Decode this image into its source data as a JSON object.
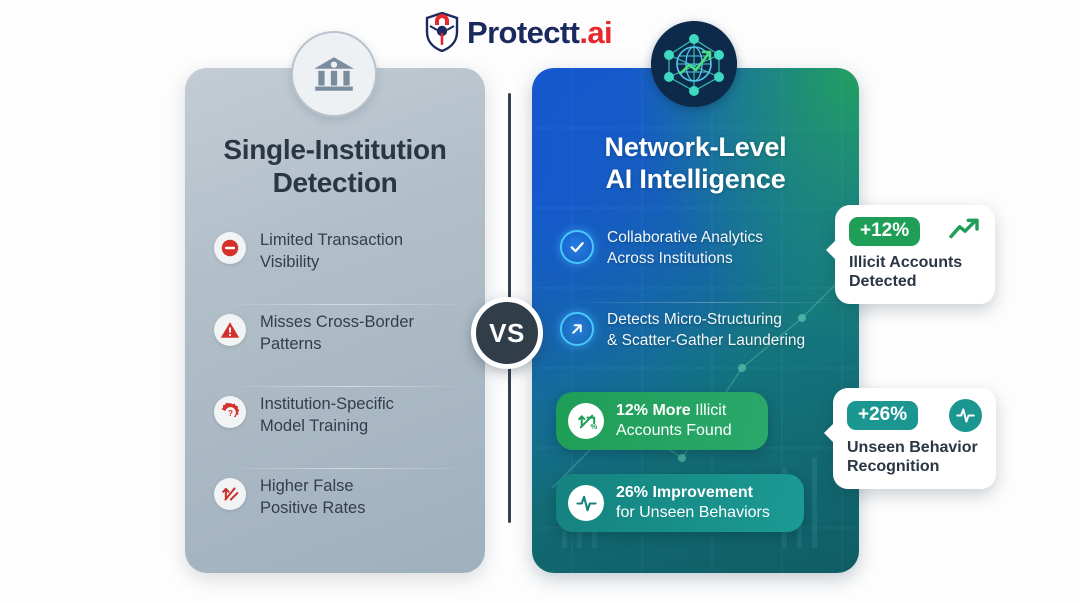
{
  "brand": {
    "name": "Protectt",
    "suffix": ".ai",
    "logo_icon": "shield-icon",
    "name_color": "#1b2a5e",
    "suffix_color": "#e8262d"
  },
  "center": {
    "vs_label": "VS"
  },
  "left_panel": {
    "icon": "bank-institution-icon",
    "title_line1": "Single-Institution",
    "title_line2": "Detection",
    "accent_color": "#c8302c",
    "items": [
      {
        "icon": "no-entry-icon",
        "line1": "Limited Transaction",
        "line2": "Visibility"
      },
      {
        "icon": "warning-triangle-icon",
        "line1": "Misses Cross-Border",
        "line2": "Patterns"
      },
      {
        "icon": "gear-question-icon",
        "line1": "Institution-Specific",
        "line2": "Model Training"
      },
      {
        "icon": "arrow-percent-up-icon",
        "line1": "Higher False",
        "line2": "Positive Rates"
      }
    ]
  },
  "right_panel": {
    "icon": "network-globe-icon",
    "title_line1": "Network-Level",
    "title_line2": "AI Intelligence",
    "accent_color": "#1f9e57",
    "items": [
      {
        "icon": "check-circle-icon",
        "line1": "Collaborative Analytics",
        "line2": "Across Institutions"
      },
      {
        "icon": "arrow-up-right-icon",
        "line1": "Detects Micro-Structuring",
        "line2": "& Scatter-Gather Laundering"
      }
    ],
    "stat_pills": [
      {
        "icon": "chart-percent-up-icon",
        "strong": "12% More",
        "rest": " Illicit",
        "line2": "Accounts Found",
        "color": "#1f9e57"
      },
      {
        "icon": "pulse-activity-icon",
        "strong": "26% Improvement",
        "rest": "",
        "line2": "for Unseen Behaviors",
        "color": "#1b9690"
      }
    ]
  },
  "callouts": [
    {
      "badge": "+12%",
      "icon": "trending-up-icon",
      "line1": "Illicit Accounts",
      "line2": "Detected",
      "color": "#1f9e57"
    },
    {
      "badge": "+26%",
      "icon": "pulse-activity-icon",
      "line1": "Unseen Behavior",
      "line2": "Recognition",
      "color": "#1b9690"
    }
  ]
}
